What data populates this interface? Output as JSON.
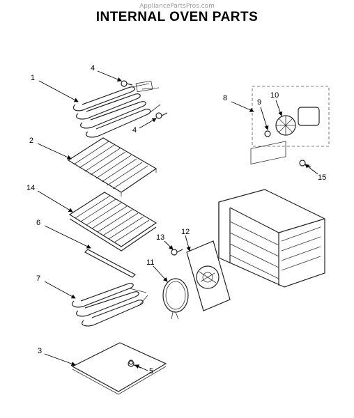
{
  "watermark": "AppliancePartsPros.com",
  "title": "INTERNAL OVEN PARTS",
  "callouts": [
    "1",
    "2",
    "3",
    "4",
    "4",
    "5",
    "6",
    "7",
    "8",
    "9",
    "10",
    "11",
    "12",
    "13",
    "14",
    "15"
  ]
}
